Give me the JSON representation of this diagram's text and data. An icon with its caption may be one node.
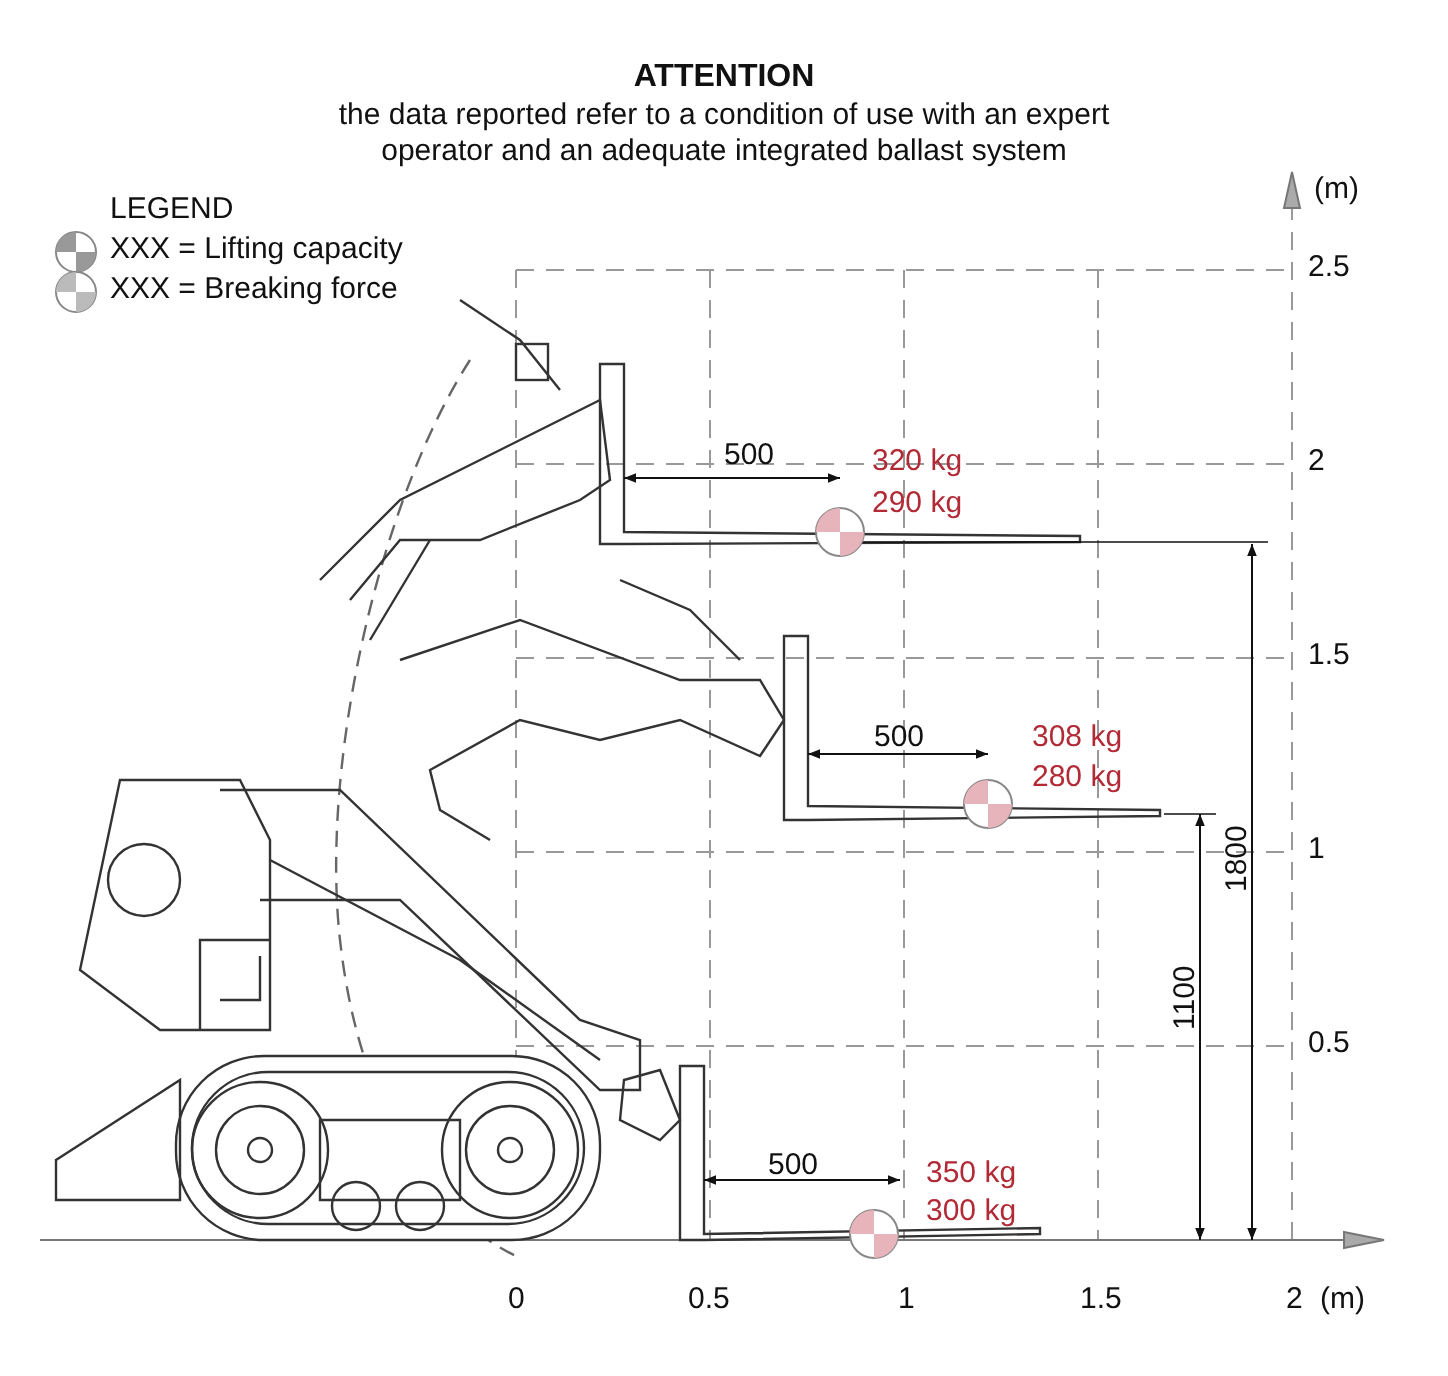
{
  "diagram": {
    "title": "ATTENTION",
    "labels": [
      "the data reported refer to a condition of use with an expert operator and an adequate integrated ballast system",
      "LEGEND",
      "(m)",
      "2.5",
      "500",
      "320 kg",
      "2",
      "290 kg",
      "1.5",
      "500",
      "308 kg",
      "280 kg",
      "1",
      "1800",
      "0.5",
      "1100",
      "500",
      "350 kg",
      "300 kg",
      "0",
      "0.5",
      "1",
      "1.5",
      "2",
      "(m)"
    ],
    "legend": [
      {
        "text": "XXX = Lifting capacity"
      },
      {
        "text": "XXX = Breaking force"
      }
    ]
  }
}
